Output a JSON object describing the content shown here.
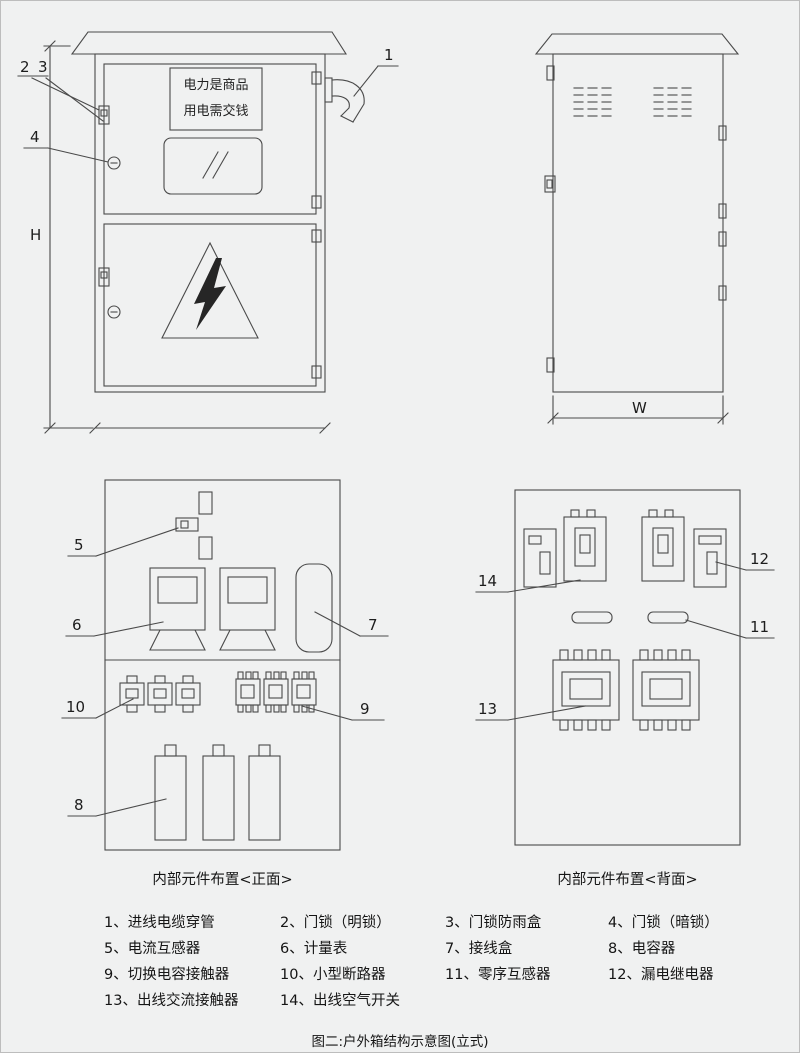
{
  "palette": {
    "background": "#f0f1f1",
    "line": "#4a4a4a",
    "text": "#1d1d1d"
  },
  "front_view": {
    "sign": {
      "line1": "电力是商品",
      "line2": "用电需交钱"
    },
    "height_dim": "H",
    "callout_1": "1",
    "callout_2": "2",
    "callout_3": "3",
    "callout_4": "4"
  },
  "side_view": {
    "width_dim": "W"
  },
  "internal_front": {
    "caption": "内部元件布置<正面>",
    "callout_5": "5",
    "callout_6": "6",
    "callout_7": "7",
    "callout_8": "8",
    "callout_9": "9",
    "callout_10": "10"
  },
  "internal_back": {
    "caption": "内部元件布置<背面>",
    "callout_11": "11",
    "callout_12": "12",
    "callout_13": "13",
    "callout_14": "14"
  },
  "legend": {
    "items": [
      "1、进线电缆穿管",
      "2、门锁（明锁）",
      "3、门锁防雨盒",
      "4、门锁（暗锁）",
      "5、电流互感器",
      "6、计量表",
      "7、接线盒",
      "8、电容器",
      "9、切换电容接触器",
      "10、小型断路器",
      "11、零序互感器",
      "12、漏电继电器",
      "13、出线交流接触器",
      "14、出线空气开关"
    ]
  },
  "figure_caption": "图二:户外箱结构示意图(立式)"
}
